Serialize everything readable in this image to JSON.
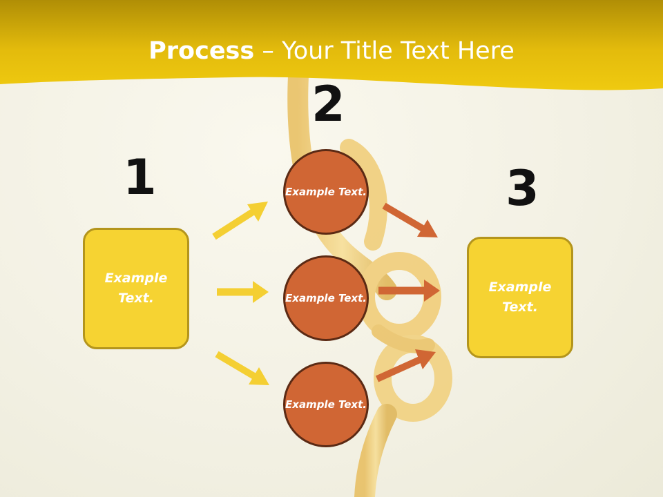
{
  "title": {
    "bold": "Process",
    "rest": " – Your Title Text Here"
  },
  "steps": [
    {
      "number": "1"
    },
    {
      "number": "2"
    },
    {
      "number": "3"
    }
  ],
  "left_box": {
    "text": "Example Text."
  },
  "circles": [
    {
      "text": "Example Text."
    },
    {
      "text": "Example Text."
    },
    {
      "text": "Example Text."
    }
  ],
  "right_box": {
    "text": "Example Text."
  },
  "colors": {
    "header_yellow": "#e8c20a",
    "box_fill": "#f6d332",
    "box_border": "#b4951c",
    "circle_fill": "#d06634",
    "circle_border": "#5b2a14",
    "arrow_yellow": "#f4cf33",
    "arrow_orange": "#d06634"
  }
}
